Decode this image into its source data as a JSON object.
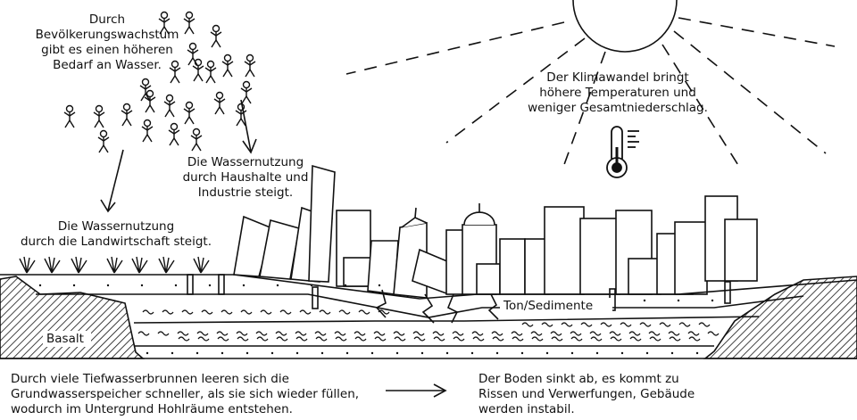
{
  "labels": {
    "population": [
      "Durch",
      "Bevölkerungswachstum",
      "gibt es einen höheren",
      "Bedarf an Wasser."
    ],
    "climate": [
      "Der Klimawandel bringt",
      "höhere Temperaturen und",
      "weniger Gesamtniederschlag."
    ],
    "households": [
      "Die Wassernutzung",
      "durch Haushalte und",
      "Industrie steigt."
    ],
    "agriculture": [
      "Die Wassernutzung",
      "durch die Landwirtschaft steigt."
    ],
    "clay": "Ton/Sedimente",
    "basalt": "Basalt",
    "bottom_left": [
      "Durch viele Tiefwasserbrunnen leeren sich die",
      "Grundwasserspeicher schneller, als sie sich wieder füllen,",
      "wodurch im Untergrund Hohlräume  entstehen."
    ],
    "bottom_right": [
      "Der Boden sinkt ab, es kommt zu",
      "Rissen und Verwerfungen, Gebäude",
      "werden instabil."
    ]
  },
  "colors": {
    "ink": "#111111",
    "background": "#ffffff"
  }
}
